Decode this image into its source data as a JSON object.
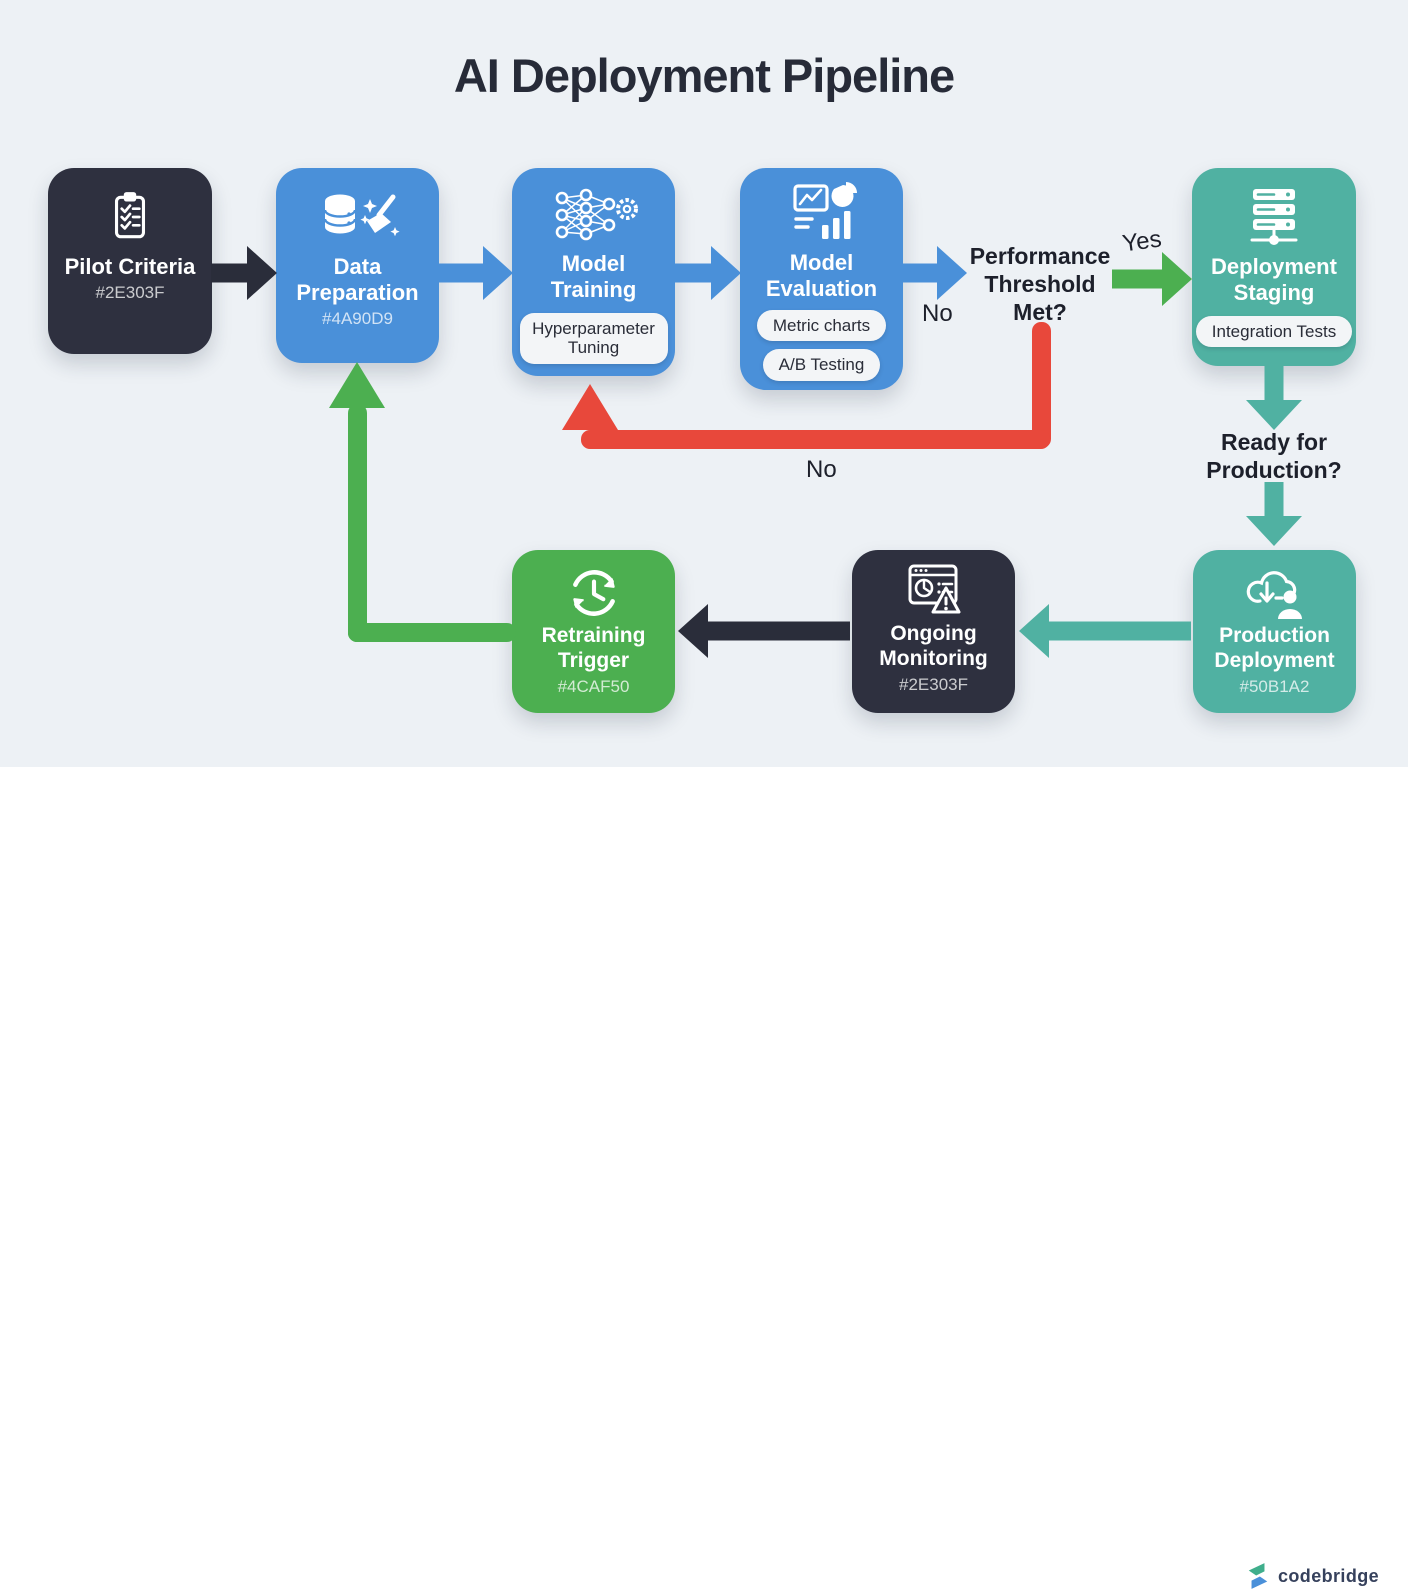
{
  "title": "AI Deployment Pipeline",
  "nodes": {
    "pilot": {
      "label": "Pilot Criteria",
      "hex": "#2E303F"
    },
    "data_prep": {
      "label": "Data Preparation",
      "hex": "#4A90D9"
    },
    "training": {
      "label": "Model Training",
      "pill": "Hyperparameter Tuning"
    },
    "evaluation": {
      "label": "Model Evaluation",
      "pills": [
        "Metric charts",
        "A/B Testing"
      ]
    },
    "staging": {
      "label": "Deployment Staging",
      "pill": "Integration Tests"
    },
    "production": {
      "label": "Production Deployment",
      "hex": "#50B1A2"
    },
    "monitoring": {
      "label": "Ongoing Monitoring",
      "hex": "#2E303F"
    },
    "retraining": {
      "label": "Retraining Trigger",
      "hex": "#4CAF50"
    }
  },
  "decisions": {
    "performance": "Performance Threshold Met?",
    "ready": "Ready for Production?"
  },
  "edge_labels": {
    "yes": "Yes",
    "no_branch": "No",
    "no_loop": "No"
  },
  "colors": {
    "dark": "#2E303F",
    "blue": "#4A90D9",
    "teal": "#50B1A2",
    "green": "#4CAF50",
    "red": "#E8483B",
    "background": "#EDF1F5"
  },
  "footer": {
    "brand": "codebridge"
  }
}
